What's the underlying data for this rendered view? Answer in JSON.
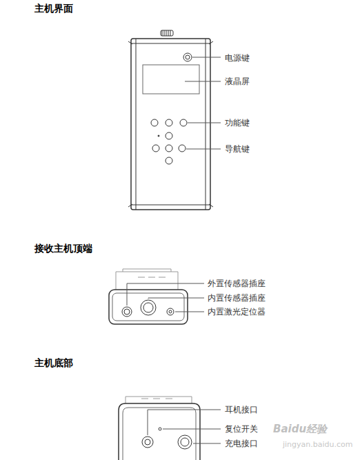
{
  "diagram": {
    "labels": [
      "主机界面",
      "电源键",
      "液晶屏",
      "功能键",
      "导航键",
      "接收主机顶端",
      "外置传感器插座",
      "内置传感器插座",
      "内置激光定位器",
      "主机底部",
      "耳机接口",
      "复位开关",
      "充电接口",
      "Baidu经验",
      "jingyan.baidu.com"
    ]
  }
}
